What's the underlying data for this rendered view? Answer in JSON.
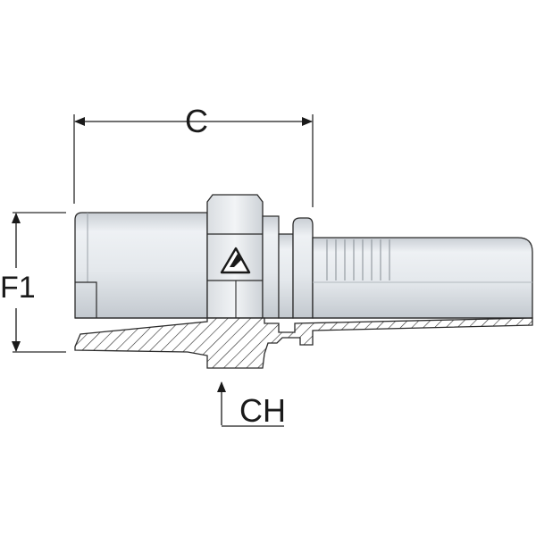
{
  "labels": {
    "c": "C",
    "f1": "F1",
    "ch": "CH"
  },
  "colors": {
    "line": "#2a2a2a",
    "body_light": "#eef1f4",
    "body_mid": "#d4d9de",
    "body_dark": "#b4bac1",
    "section_fill": "#ffffff"
  }
}
